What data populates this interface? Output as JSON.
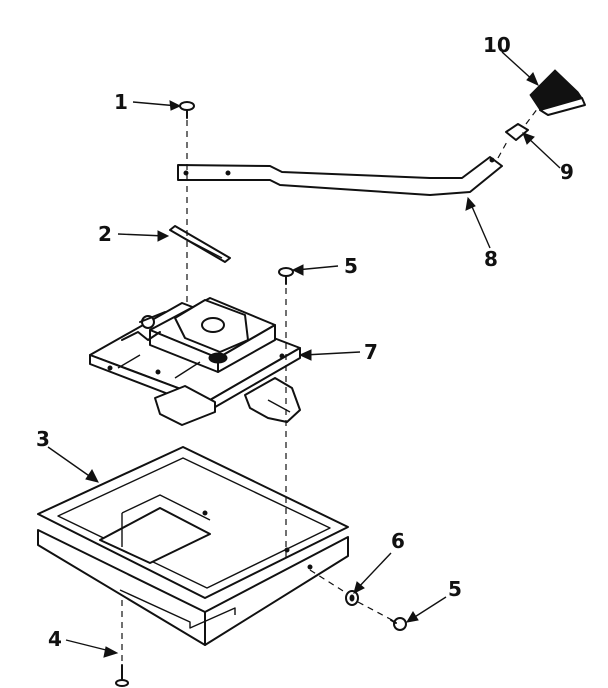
{
  "callouts": {
    "p1": "1",
    "p2": "2",
    "p3": "3",
    "p4": "4",
    "p5a": "5",
    "p5b": "5",
    "p6": "6",
    "p7": "7",
    "p8": "8",
    "p9": "9",
    "p10": "10"
  }
}
